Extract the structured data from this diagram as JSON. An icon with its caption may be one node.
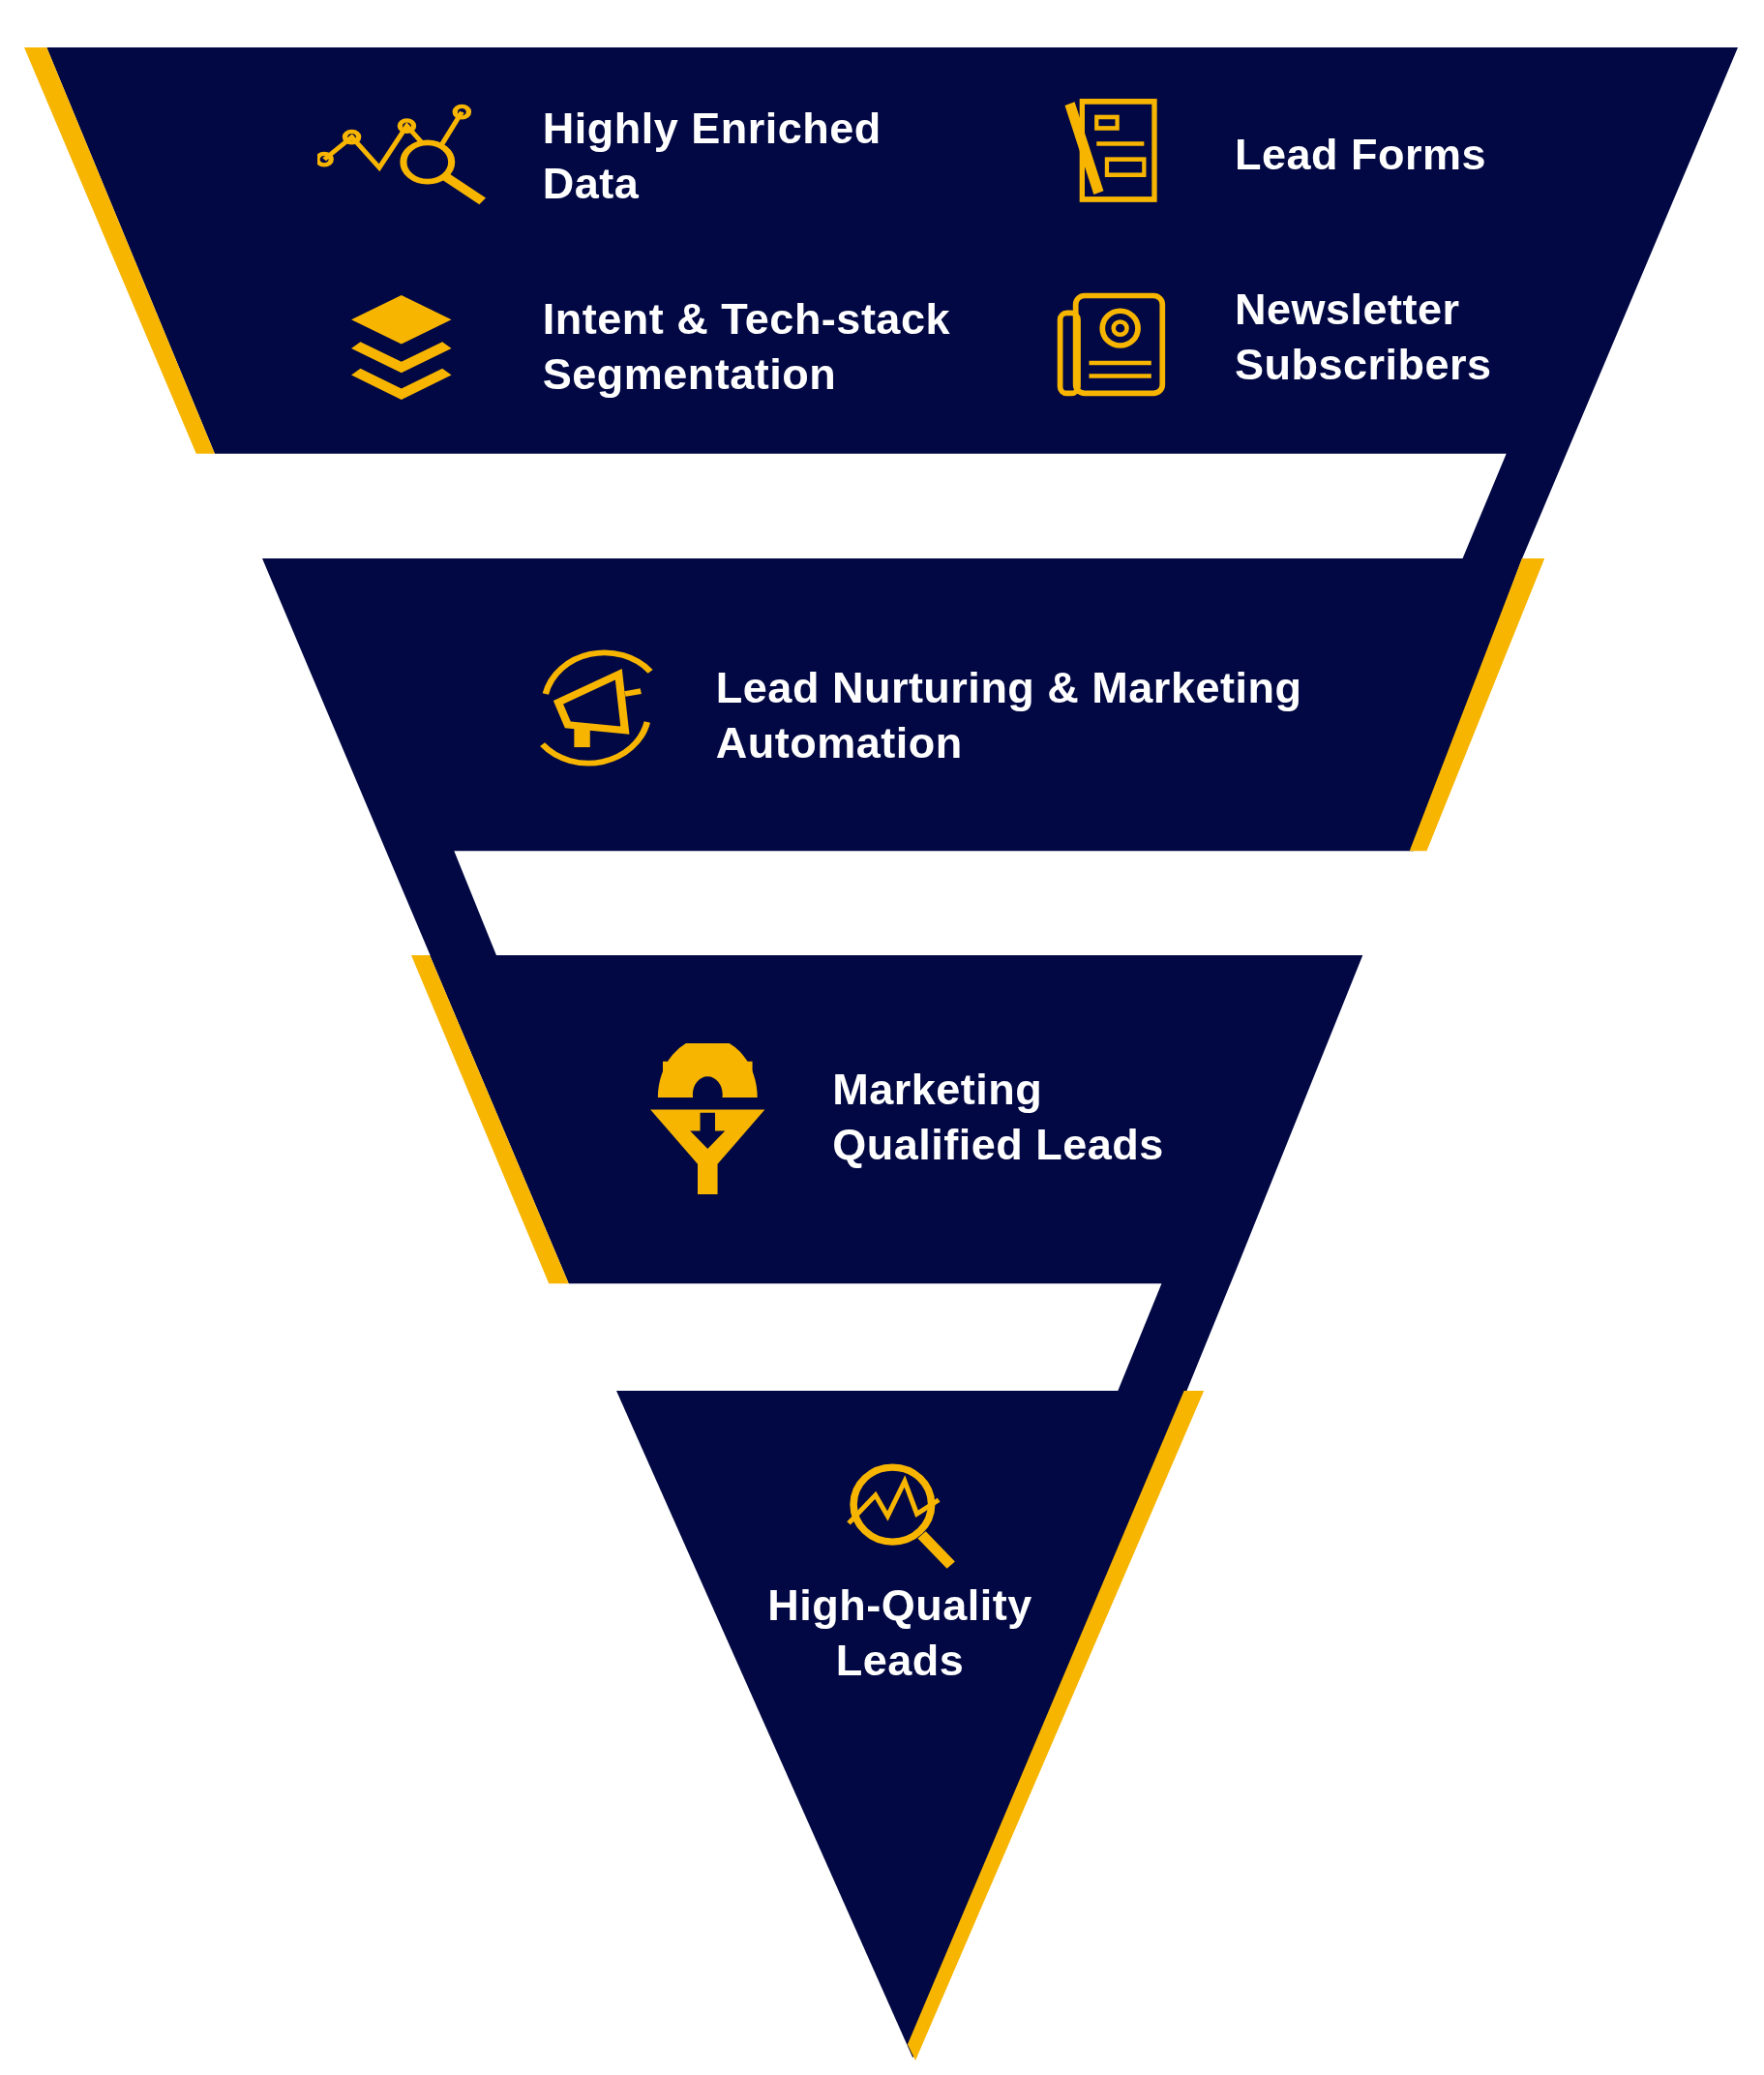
{
  "diagram": {
    "nodes": [
      {
        "text": [
          "Highly Enriched Data",
          "Lead Forms",
          "Intent & Tech-stack Segmentation",
          "Newsletter Subscribers"
        ]
      },
      {
        "text": [
          "Lead Nurturing & Marketing Automation"
        ]
      },
      {
        "text": [
          "Marketing Qualified Leads"
        ]
      },
      {
        "text": [
          "High-Quality Leads"
        ]
      }
    ],
    "edges": []
  }
}
